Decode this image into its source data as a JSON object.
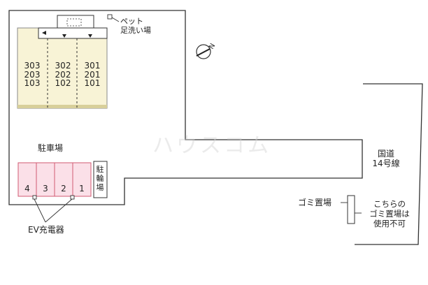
{
  "watermark": "ハウスコム",
  "building": {
    "columns": [
      {
        "units": [
          "303",
          "203",
          "103"
        ]
      },
      {
        "units": [
          "302",
          "202",
          "102"
        ]
      },
      {
        "units": [
          "301",
          "201",
          "101"
        ]
      }
    ]
  },
  "pet_area": {
    "line1": "ペット",
    "line2": "足洗い場"
  },
  "parking": {
    "label": "駐車場",
    "stalls": [
      "4",
      "3",
      "2",
      "1"
    ],
    "bike_label": [
      "駐",
      "輪",
      "場"
    ]
  },
  "ev": {
    "label": "EV充電器"
  },
  "road": {
    "line1": "国道",
    "line2": "14号線"
  },
  "garbage": {
    "label": "ゴミ置場"
  },
  "note": {
    "line1": "こちらの",
    "line2": "ゴミ置場は",
    "line3": "使用不可"
  },
  "colors": {
    "building_fill": "#f8f3d6",
    "parking_fill": "#fbe0e8",
    "parking_stroke": "#d25a72"
  }
}
